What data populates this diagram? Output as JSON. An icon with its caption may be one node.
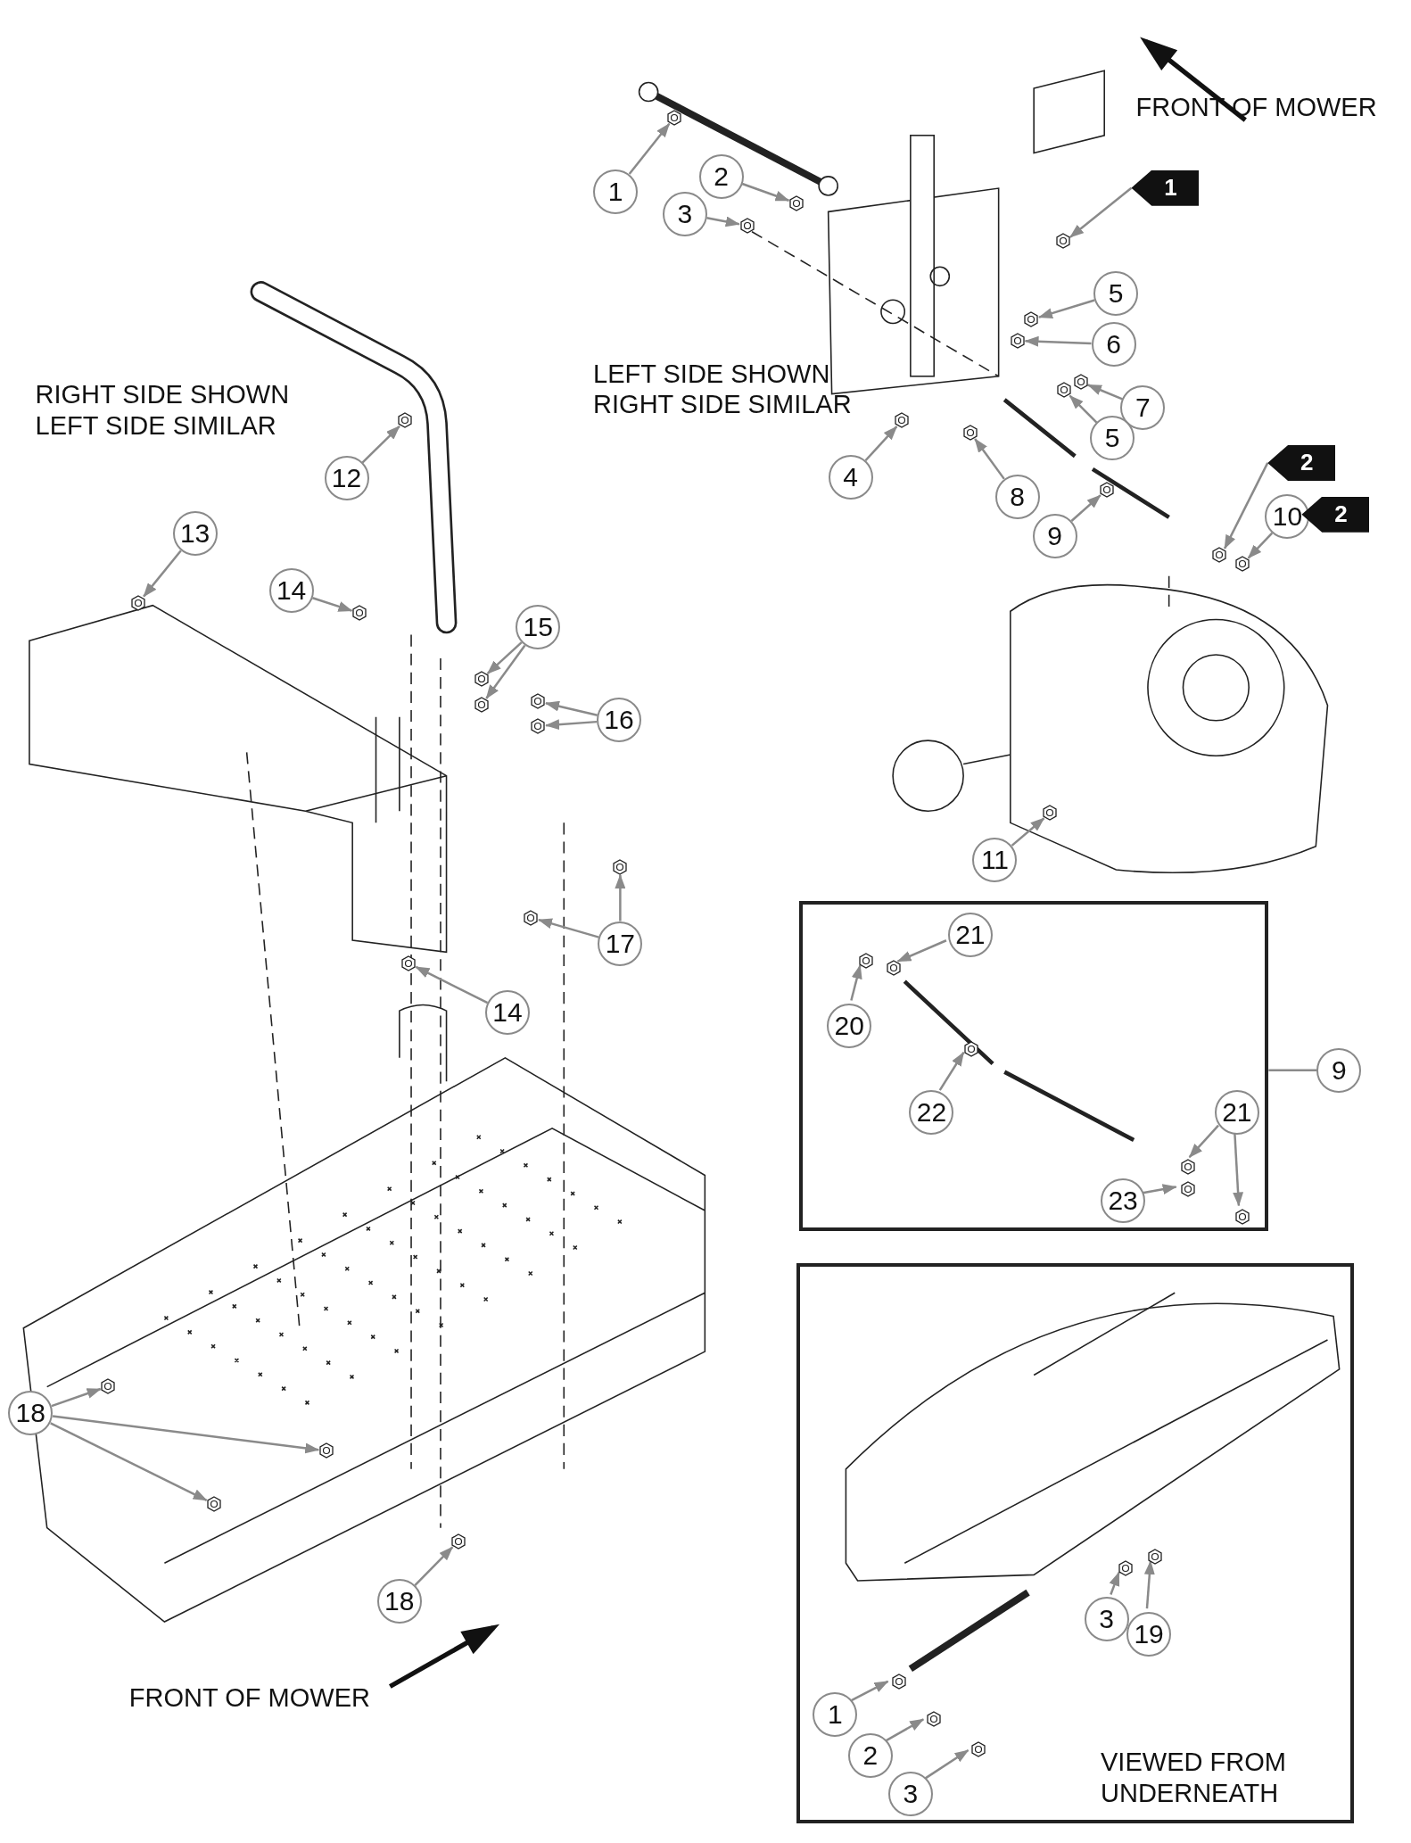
{
  "diagram": {
    "nodes": [
      {
        "text": [
          "1"
        ]
      },
      {
        "text": [
          "2"
        ]
      },
      {
        "text": [
          "3"
        ]
      },
      {
        "text": [
          "1"
        ]
      },
      {
        "text": [
          "5"
        ]
      },
      {
        "text": [
          "6"
        ]
      },
      {
        "text": [
          "7"
        ]
      },
      {
        "text": [
          "5"
        ]
      },
      {
        "text": [
          "4"
        ]
      },
      {
        "text": [
          "8"
        ]
      },
      {
        "text": [
          "9"
        ]
      },
      {
        "text": [
          "2"
        ]
      },
      {
        "text": [
          "10"
        ]
      },
      {
        "text": [
          "2"
        ]
      },
      {
        "text": [
          "12"
        ]
      },
      {
        "text": [
          "13"
        ]
      },
      {
        "text": [
          "14"
        ]
      },
      {
        "text": [
          "15"
        ]
      },
      {
        "text": [
          "16"
        ]
      },
      {
        "text": [
          "11"
        ]
      },
      {
        "text": [
          "17"
        ]
      },
      {
        "text": [
          "14"
        ]
      },
      {
        "text": [],
        "shape": "box"
      },
      {
        "text": [
          "21"
        ],
        "in": 22
      },
      {
        "text": [
          "20"
        ],
        "in": 22
      },
      {
        "text": [
          "22"
        ],
        "in": 22
      },
      {
        "text": [
          "21"
        ],
        "in": 22
      },
      {
        "text": [
          "23"
        ],
        "in": 22
      },
      {
        "text": [
          "9"
        ]
      },
      {
        "text": [
          "18"
        ]
      },
      {
        "text": [
          "18"
        ]
      },
      {
        "text": [],
        "shape": "box"
      },
      {
        "text": [
          "3"
        ],
        "in": 31
      },
      {
        "text": [
          "19"
        ],
        "in": 31
      },
      {
        "text": [
          "1"
        ],
        "in": 31
      },
      {
        "text": [
          "2"
        ],
        "in": 31
      },
      {
        "text": [
          "3"
        ],
        "in": 31
      },
      {
        "text": [],
        "shape": "picture"
      },
      {
        "text": [],
        "shape": "picture"
      },
      {
        "text": [],
        "shape": "picture"
      },
      {
        "text": [],
        "shape": "picture"
      },
      {
        "text": [],
        "shape": "picture"
      },
      {
        "text": [],
        "shape": "picture"
      },
      {
        "text": [],
        "shape": "picture"
      },
      {
        "text": [],
        "shape": "picture"
      },
      {
        "text": [],
        "shape": "picture"
      },
      {
        "text": [],
        "shape": "picture"
      },
      {
        "text": [],
        "shape": "picture"
      },
      {
        "text": [],
        "shape": "picture"
      },
      {
        "text": [],
        "shape": "picture"
      },
      {
        "text": [],
        "shape": "picture"
      },
      {
        "text": [],
        "shape": "picture"
      },
      {
        "text": [],
        "shape": "picture"
      },
      {
        "text": [],
        "shape": "picture"
      },
      {
        "text": [],
        "shape": "picture"
      },
      {
        "text": [],
        "shape": "picture"
      },
      {
        "text": [],
        "shape": "picture"
      },
      {
        "text": [],
        "shape": "picture"
      },
      {
        "text": [],
        "shape": "picture"
      },
      {
        "text": [],
        "shape": "picture"
      },
      {
        "text": [],
        "shape": "picture"
      },
      {
        "text": [],
        "shape": "picture",
        "in": 22
      },
      {
        "text": [],
        "shape": "picture",
        "in": 22
      },
      {
        "text": [],
        "shape": "picture",
        "in": 22
      },
      {
        "text": [],
        "shape": "picture",
        "in": 22
      },
      {
        "text": [],
        "shape": "picture",
        "in": 22
      },
      {
        "text": [],
        "shape": "picture",
        "in": 22
      },
      {
        "text": [],
        "shape": "picture"
      },
      {
        "text": [],
        "shape": "picture"
      },
      {
        "text": [],
        "shape": "picture"
      },
      {
        "text": [],
        "shape": "picture"
      },
      {
        "text": [],
        "shape": "picture",
        "in": 31
      },
      {
        "text": [],
        "shape": "picture",
        "in": 31
      },
      {
        "text": [],
        "shape": "picture",
        "in": 31
      },
      {
        "text": [],
        "shape": "picture",
        "in": 31
      },
      {
        "text": [],
        "shape": "picture",
        "in": 31
      }
    ],
    "edges": [
      {
        "from": 0,
        "to": 37,
        "arrow": "to"
      },
      {
        "from": 1,
        "to": 38,
        "arrow": "to"
      },
      {
        "from": 2,
        "to": 39,
        "arrow": "to"
      },
      {
        "from": 3,
        "to": 40,
        "arrow": "to"
      },
      {
        "from": 4,
        "to": 41,
        "arrow": "to"
      },
      {
        "from": 5,
        "to": 42,
        "arrow": "to"
      },
      {
        "from": 6,
        "to": 43,
        "arrow": "to"
      },
      {
        "from": 7,
        "to": 44,
        "arrow": "to"
      },
      {
        "from": 8,
        "to": 45,
        "arrow": "to"
      },
      {
        "from": 9,
        "to": 46,
        "arrow": "to"
      },
      {
        "from": 10,
        "to": 47,
        "arrow": "to"
      },
      {
        "from": 11,
        "to": 48,
        "arrow": "to"
      },
      {
        "from": 12,
        "to": 49,
        "arrow": "to"
      },
      {
        "from": 14,
        "to": 50,
        "arrow": "to"
      },
      {
        "from": 15,
        "to": 51,
        "arrow": "to"
      },
      {
        "from": 16,
        "to": 52,
        "arrow": "to"
      },
      {
        "from": 17,
        "to": 53,
        "arrow": "to"
      },
      {
        "from": 17,
        "to": 54,
        "arrow": "to"
      },
      {
        "from": 18,
        "to": 55,
        "arrow": "to"
      },
      {
        "from": 18,
        "to": 56,
        "arrow": "to"
      },
      {
        "from": 19,
        "to": 57,
        "arrow": "to"
      },
      {
        "from": 20,
        "to": 58,
        "arrow": "to"
      },
      {
        "from": 20,
        "to": 59,
        "arrow": "to"
      },
      {
        "from": 21,
        "to": 60,
        "arrow": "to"
      },
      {
        "from": 23,
        "to": 61,
        "arrow": "to"
      },
      {
        "from": 24,
        "to": 62,
        "arrow": "to"
      },
      {
        "from": 25,
        "to": 63,
        "arrow": "to"
      },
      {
        "from": 26,
        "to": 64,
        "arrow": "to"
      },
      {
        "from": 26,
        "to": 65,
        "arrow": "to"
      },
      {
        "from": 27,
        "to": 66,
        "arrow": "to"
      },
      {
        "from": 28,
        "to": 22,
        "arrow": "none"
      },
      {
        "from": 29,
        "to": 67,
        "arrow": "to"
      },
      {
        "from": 29,
        "to": 68,
        "arrow": "to"
      },
      {
        "from": 29,
        "to": 69,
        "arrow": "to"
      },
      {
        "from": 30,
        "to": 70,
        "arrow": "to"
      },
      {
        "from": 32,
        "to": 71,
        "arrow": "to"
      },
      {
        "from": 33,
        "to": 72,
        "arrow": "to"
      },
      {
        "from": 34,
        "to": 73,
        "arrow": "to"
      },
      {
        "from": 35,
        "to": 74,
        "arrow": "to"
      },
      {
        "from": 36,
        "to": 75,
        "arrow": "to"
      }
    ],
    "labels": [
      "FRONT OF MOWER",
      "LEFT SIDE SHOWN RIGHT SIDE SIMILAR",
      "RIGHT SIDE SHOWN LEFT SIDE SIMILAR",
      "FRONT OF MOWER",
      "VIEWED FROM UNDERNEATH"
    ]
  }
}
